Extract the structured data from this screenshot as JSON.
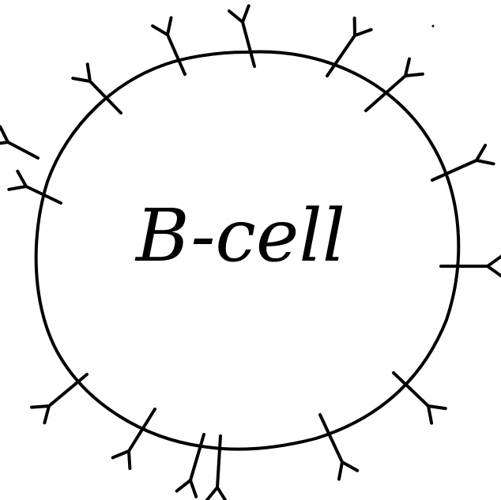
{
  "diagram": {
    "label": "B-cell",
    "ink_color": "#000000",
    "background_color": "#ffffff",
    "cell_shape": "circle",
    "receptor_shape": "Y-shaped",
    "receptors": [
      {
        "name": "receptor-1"
      },
      {
        "name": "receptor-2"
      },
      {
        "name": "receptor-3"
      },
      {
        "name": "receptor-4"
      },
      {
        "name": "receptor-5"
      },
      {
        "name": "receptor-6"
      },
      {
        "name": "receptor-7"
      },
      {
        "name": "receptor-8"
      },
      {
        "name": "receptor-9"
      },
      {
        "name": "receptor-10"
      },
      {
        "name": "receptor-11"
      },
      {
        "name": "receptor-12"
      },
      {
        "name": "receptor-13"
      },
      {
        "name": "receptor-14"
      },
      {
        "name": "receptor-15"
      }
    ]
  }
}
